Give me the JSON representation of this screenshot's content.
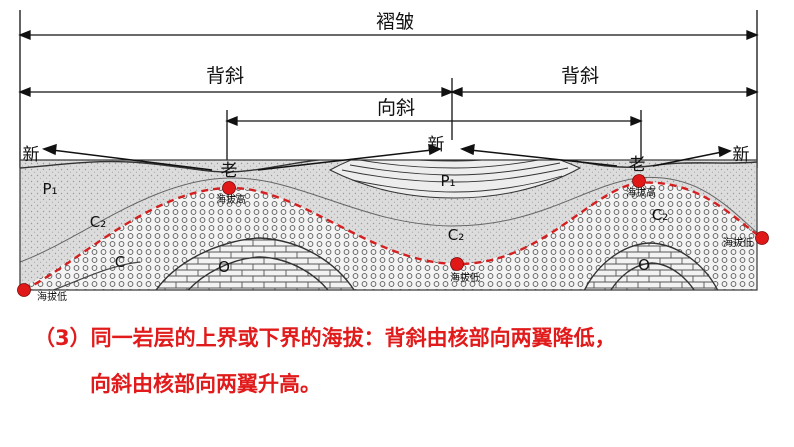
{
  "diagram": {
    "dim_fold": "褶皱",
    "dim_anticline_left": "背斜",
    "dim_anticline_right": "背斜",
    "dim_syncline": "向斜",
    "age_new_left": "新",
    "age_new_middle": "新",
    "age_new_right": "新",
    "age_old_left": "老",
    "age_old_right": "老",
    "layer_p1_left": "P₁",
    "layer_p1_center": "P₁",
    "layer_c2_left": "C₂",
    "layer_c2_center": "C₂",
    "layer_c2_right": "C₂",
    "layer_c_left": "C",
    "layer_o_left": "O",
    "layer_o_right": "O",
    "point_low_left": "海拔低",
    "point_high_left": "海拔高",
    "point_low_middle": "海拔低",
    "point_high_right": "海拔高",
    "point_low_right": "海拔低",
    "colors": {
      "marker": "#e01818",
      "boundary": "#d42020",
      "ink": "#111111"
    }
  },
  "caption": {
    "line1": "（3）同一岩层的上界或下界的海拔：背斜由核部向两翼降低，",
    "line2": "向斜由核部向两翼升高。"
  }
}
